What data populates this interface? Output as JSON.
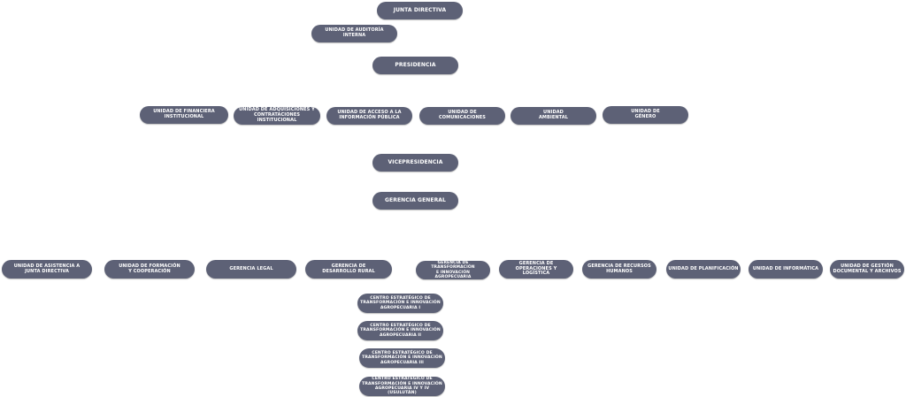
{
  "org_chart": {
    "top": {
      "junta_directiva": "JUNTA DIRECTIVA",
      "unidad_auditoria_interna": "UNIDAD DE AUDITORÍA\nINTERNA",
      "presidencia": "PRESIDENCIA"
    },
    "presidencia_units": [
      "UNIDAD DE  FINANCIERA\nINSTITUCIONAL",
      "UNIDAD DE ADQUISICIONES Y\nCONTRATACIONES INSTITUCIONAL",
      "UNIDAD DE ACCESO A LA\nINFORMACIÓN PÚBLICA",
      "UNIDAD DE\nCOMUNICACIONES",
      "UNIDAD\nAMBIENTAL",
      "UNIDAD DE\nGÉNERO"
    ],
    "vicepresidencia": "VICEPRESIDENCIA",
    "gerencia_general": "GERENCIA GENERAL",
    "gerencia_units": [
      "UNIDAD DE ASISTENCIA A\nJUNTA DIRECTIVA",
      "UNIDAD DE FORMACIÓN\nY COOPERACIÓN",
      "GERENCIA LEGAL",
      "GERENCIA DE\nDESARROLLO RURAL",
      "GERENCIA DE TRANSFORMACIÓN\nE INNOVACIÓN AGROPECUARIA",
      "GERENCIA DE OPERACIONES Y\nLOGÍSTICA",
      "GERENCIA DE RECURSOS\nHUMANOS",
      "UNIDAD DE PLANIFICACIÓN",
      "UNIDAD DE INFORMÁTICA",
      "UNIDAD DE GESTIÓN\nDOCUMENTAL Y ARCHIVOS"
    ],
    "centros": [
      "CENTRO ESTRATÉGICO DE\nTRANSFORMACIÓN E INNOVACIÓN\nAGROPECUARIA I",
      "CENTRO ESTRATÉGICO DE\nTRANSFORMACIÓN E INNOVACIÓN\nAGROPECUARIA II",
      "CENTRO ESTRATÉGICO DE\nTRANSFORMACIÓN E INNOVACIÓN\nAGROPECUARIA III",
      "CENTRO ESTRATÉGICO DE\nTRANSFORMACIÓN E INNOVACIÓN\nAGROPECUARIA IV Y IV (USULUTÁN)"
    ]
  },
  "colors": {
    "node_fill": "#5d6176",
    "node_text": "#ffffff",
    "background": "#ffffff"
  }
}
